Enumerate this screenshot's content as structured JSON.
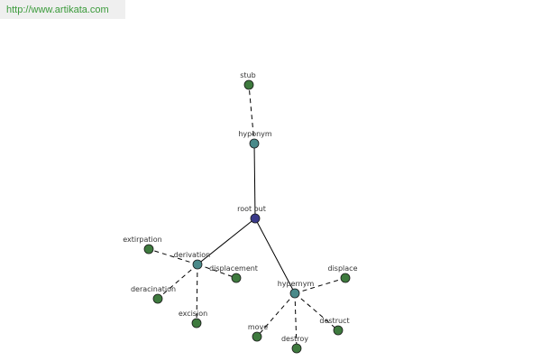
{
  "header": {
    "url": "http://www.artikata.com"
  },
  "colors": {
    "url_text": "#3a9a3a",
    "url_background": "#efefef",
    "root_node": "#3a3a8a",
    "relation_node": "#4a8a8a",
    "word_node": "#3e7a3e",
    "edge": "#000000"
  },
  "graph": {
    "root": {
      "id": "root",
      "label": "root out",
      "kind": "root"
    },
    "relations": [
      {
        "id": "hyponym",
        "label": "hyponym",
        "kind": "relation"
      },
      {
        "id": "derivation",
        "label": "derivation",
        "kind": "relation"
      },
      {
        "id": "hypernym",
        "label": "hypernym",
        "kind": "relation"
      }
    ],
    "words": [
      {
        "id": "stub",
        "label": "stub",
        "kind": "word",
        "relation": "hyponym"
      },
      {
        "id": "extirpation",
        "label": "extirpation",
        "kind": "word",
        "relation": "derivation"
      },
      {
        "id": "displacement",
        "label": "displacement",
        "kind": "word",
        "relation": "derivation"
      },
      {
        "id": "deracination",
        "label": "deracination",
        "kind": "word",
        "relation": "derivation"
      },
      {
        "id": "excision",
        "label": "excision",
        "kind": "word",
        "relation": "derivation"
      },
      {
        "id": "displace",
        "label": "displace",
        "kind": "word",
        "relation": "hypernym"
      },
      {
        "id": "move",
        "label": "move",
        "kind": "word",
        "relation": "hypernym"
      },
      {
        "id": "destroy",
        "label": "destroy",
        "kind": "word",
        "relation": "hypernym"
      },
      {
        "id": "destruct",
        "label": "destruct",
        "kind": "word",
        "relation": "hypernym"
      }
    ]
  }
}
